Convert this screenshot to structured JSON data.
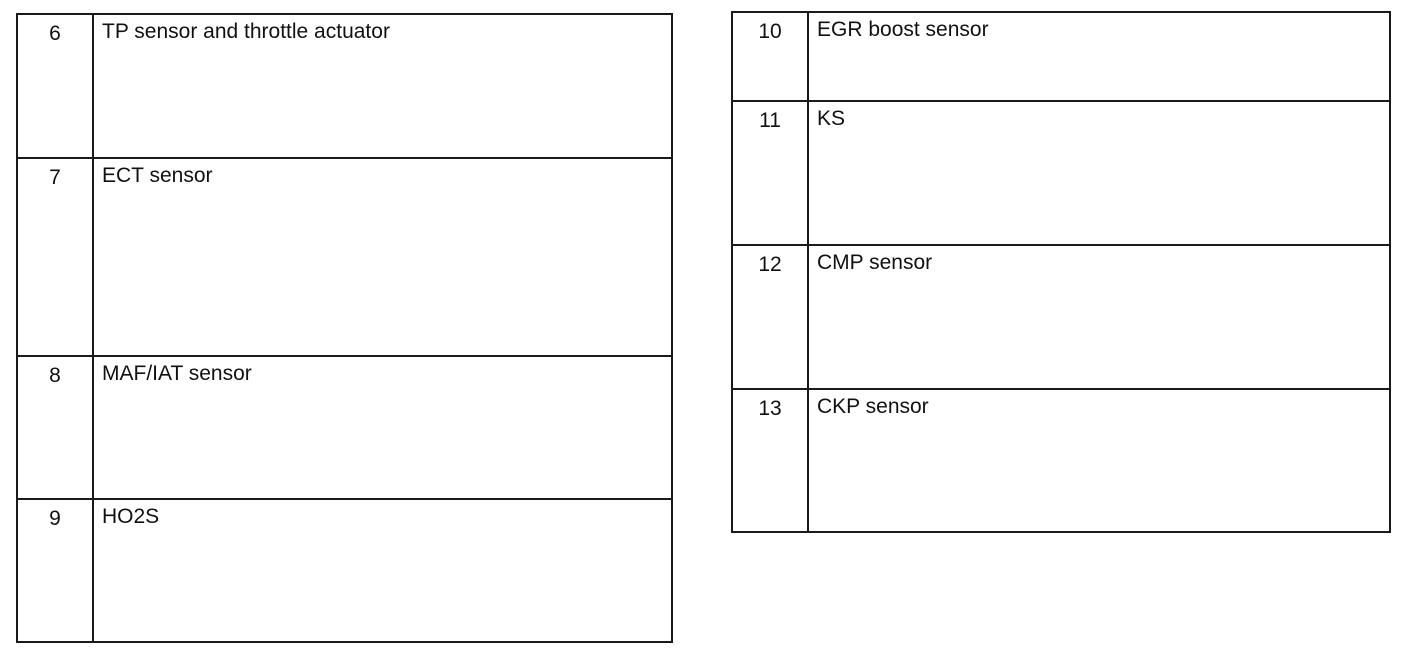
{
  "left_table": {
    "rows": [
      {
        "number": "6",
        "label": "TP sensor and throttle actuator"
      },
      {
        "number": "7",
        "label": "ECT sensor"
      },
      {
        "number": "8",
        "label": "MAF/IAT sensor"
      },
      {
        "number": "9",
        "label": "HO2S"
      }
    ]
  },
  "right_table": {
    "rows": [
      {
        "number": "10",
        "label": "EGR boost sensor"
      },
      {
        "number": "11",
        "label": "KS"
      },
      {
        "number": "12",
        "label": "CMP sensor"
      },
      {
        "number": "13",
        "label": "CKP sensor"
      }
    ]
  }
}
